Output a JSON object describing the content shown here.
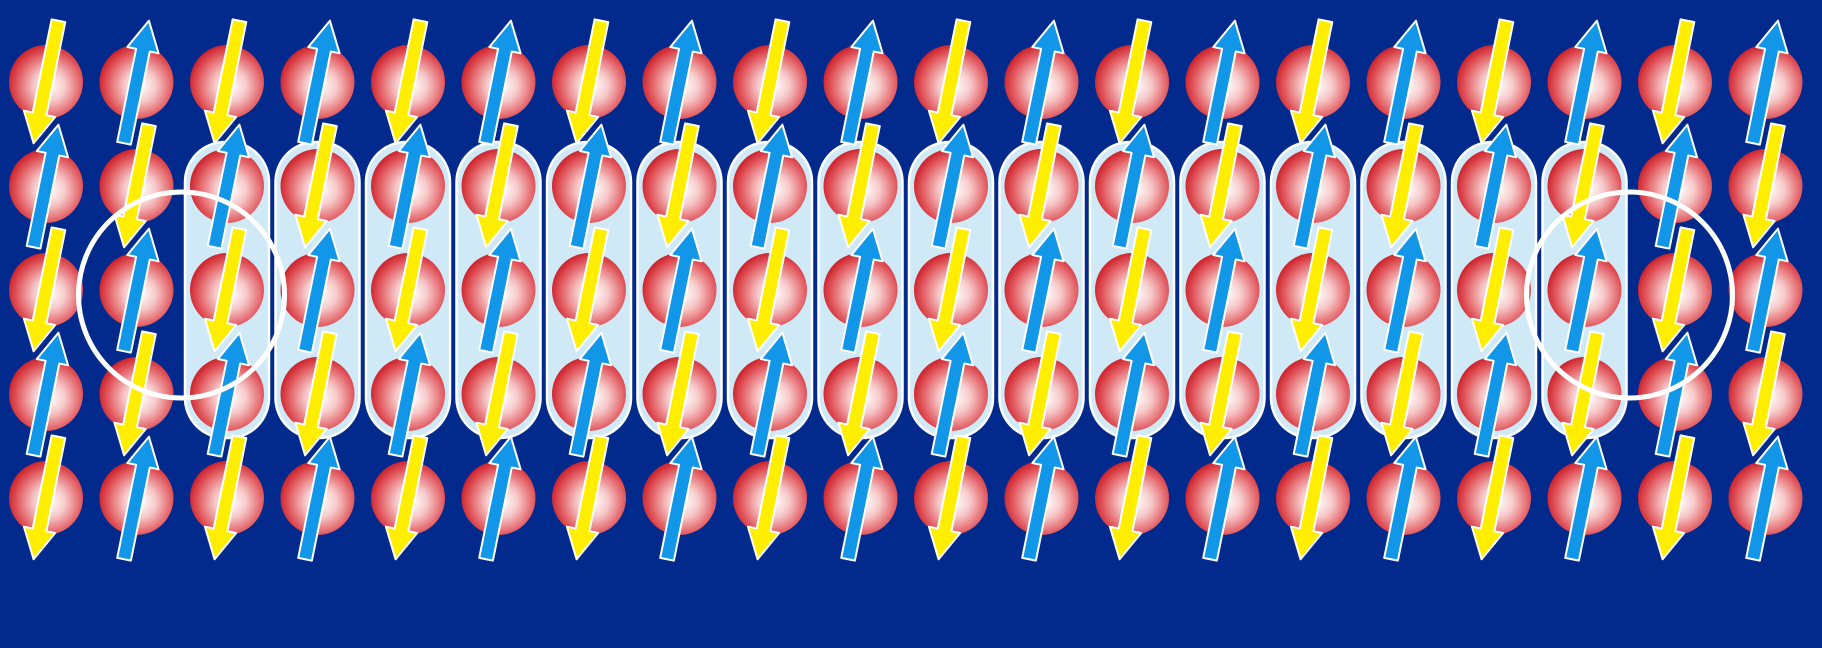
{
  "diagram": {
    "lattice": {
      "columns": 20,
      "rows": 5
    },
    "spin_pattern": "alternating",
    "spin_up_color": "#1296e8",
    "spin_down_color": "#ffee00",
    "atom_color": "#d8202a",
    "background_color": "#022a8c",
    "chain_highlight_color": "#cfe9f7",
    "highlight_chains": {
      "first_column": 3,
      "last_column": 18,
      "first_row": 2,
      "last_row": 4
    },
    "circled_regions": [
      {
        "name": "left-domain-wall-circle",
        "column": 2,
        "row": 3
      },
      {
        "name": "right-domain-wall-circle",
        "column": 18,
        "row": 3
      }
    ]
  }
}
